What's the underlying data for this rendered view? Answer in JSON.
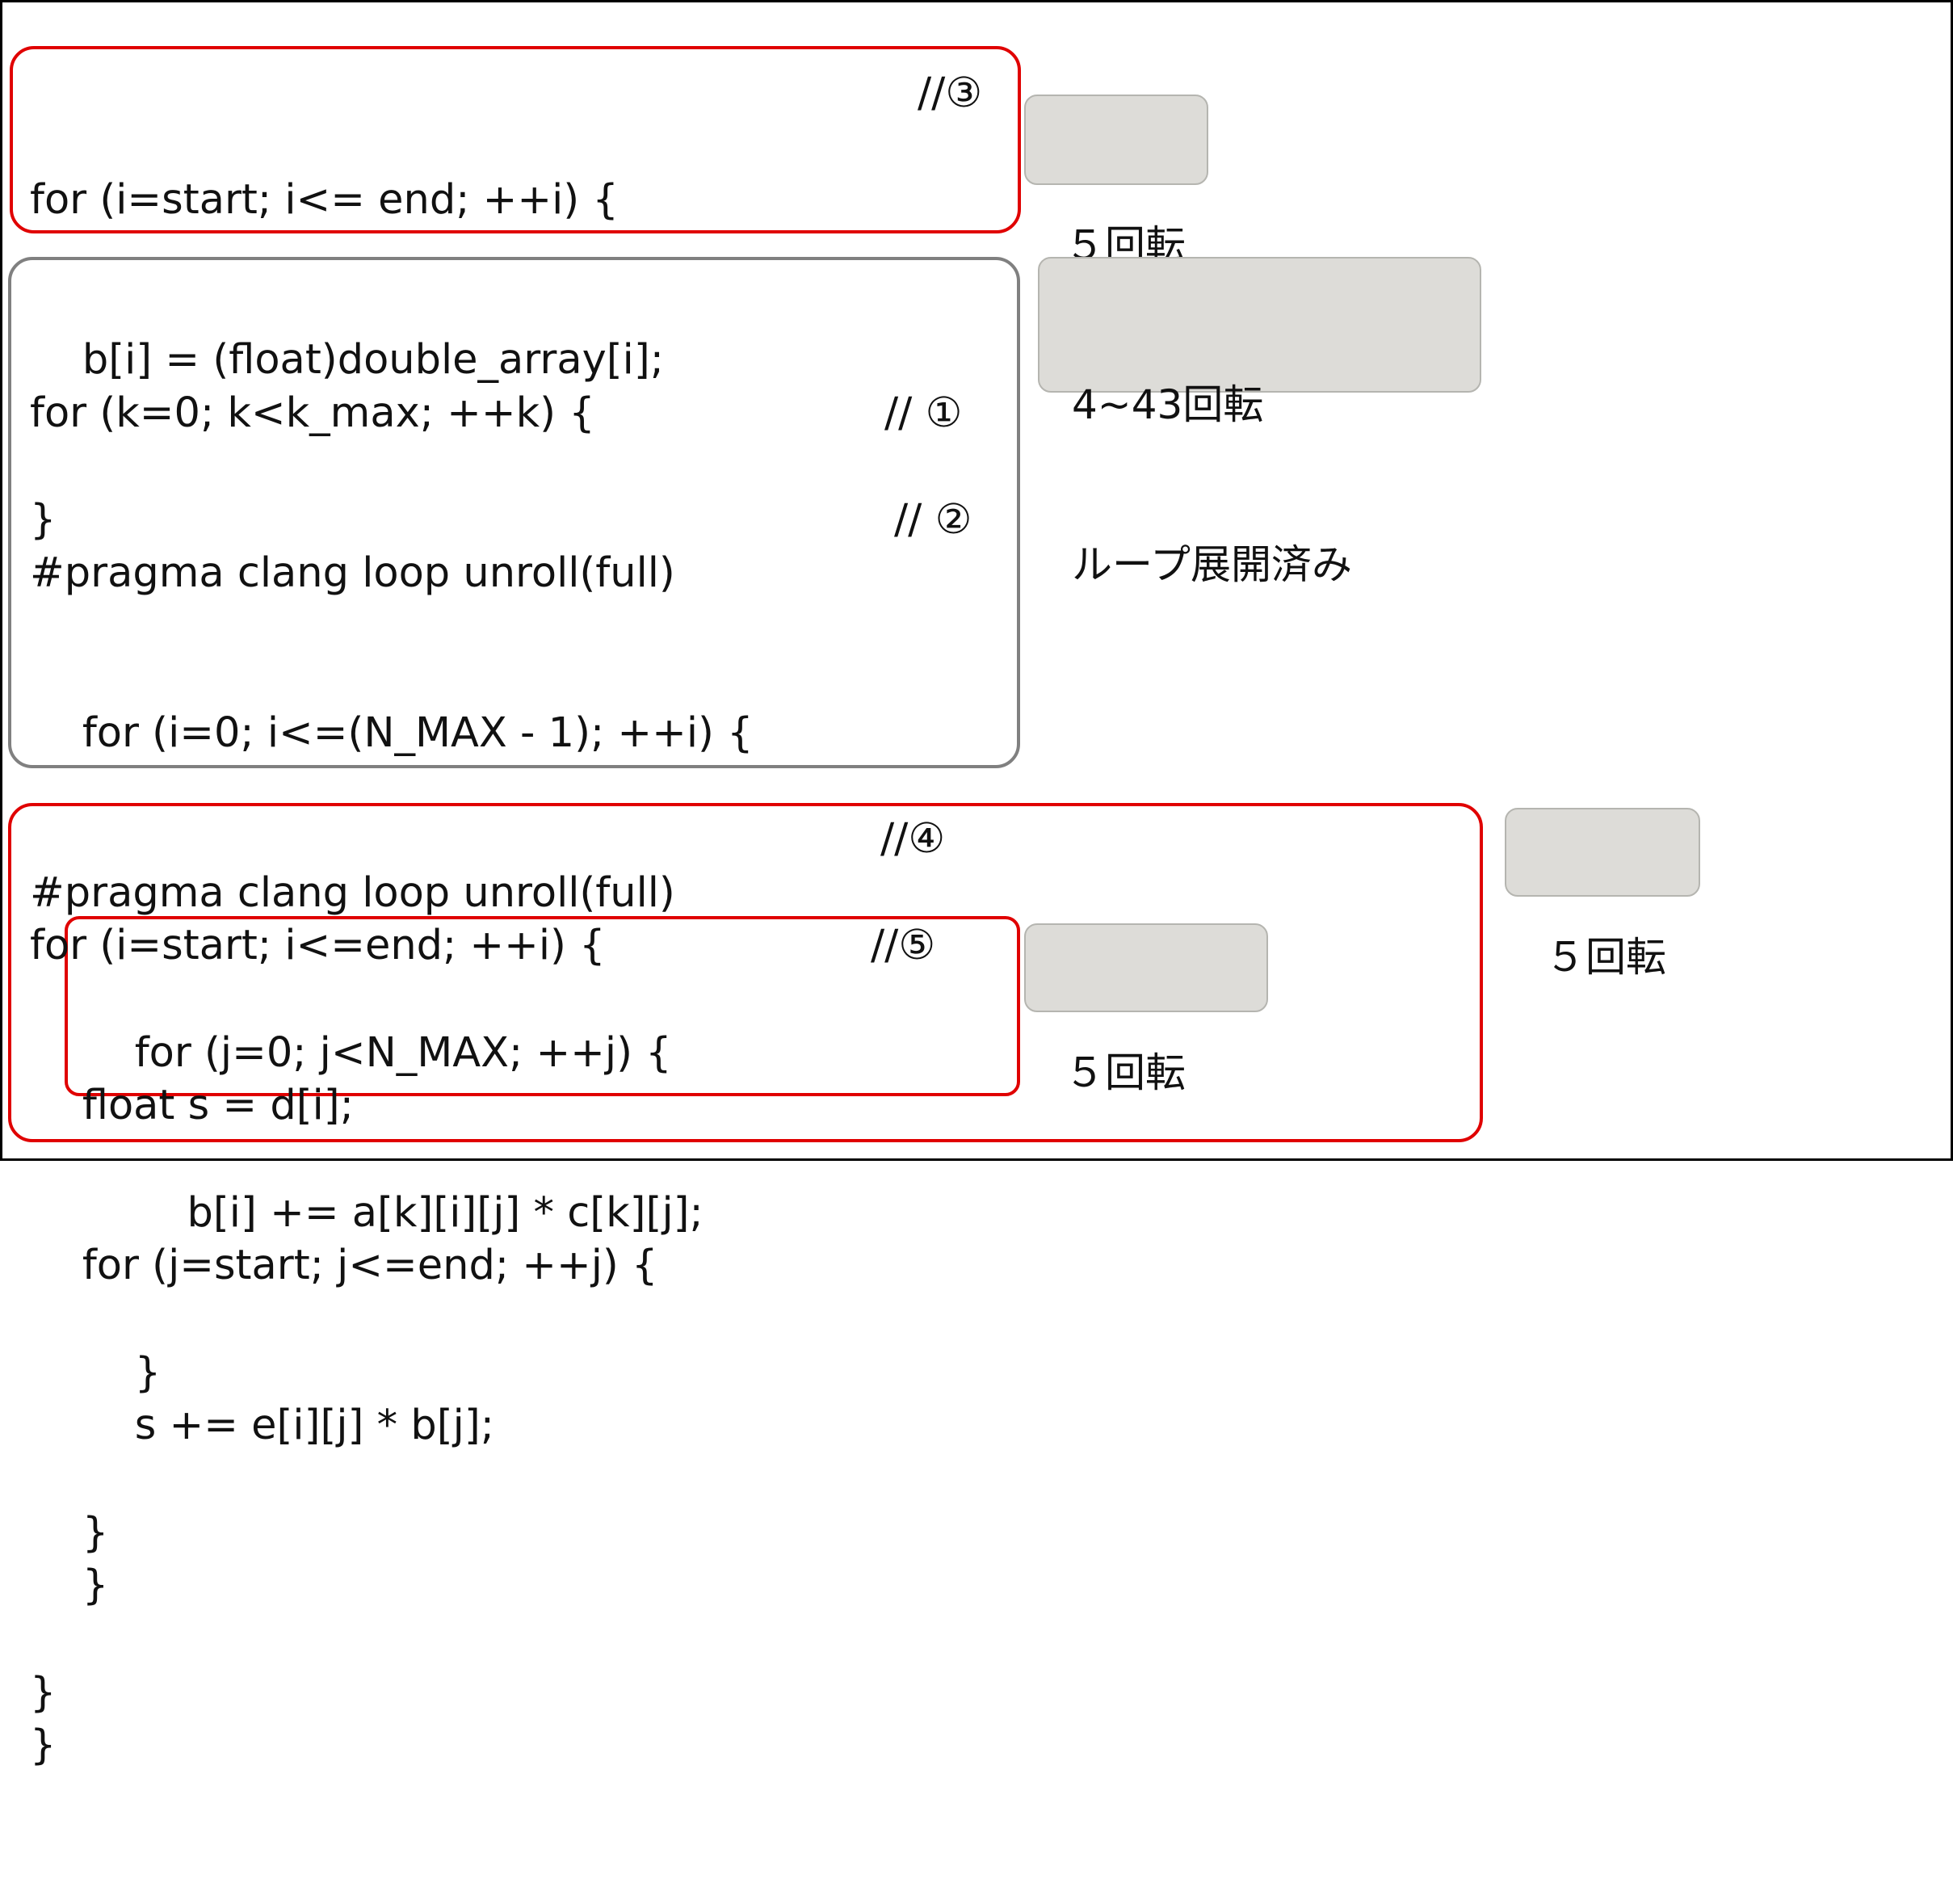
{
  "colors": {
    "highlight": "#e00000",
    "outline": "#808080",
    "note_bg": "#dddcd8"
  },
  "block1": {
    "lines": [
      "for (i=start; i<= end; ++i) {",
      "    b[i] = (float)double_array[i];",
      "}"
    ],
    "comment": "//③",
    "note": "５回転"
  },
  "block2": {
    "lines": [
      "for (k=0; k<k_max; ++k) {",
      "#pragma clang loop unroll(full)",
      "    for (i=0; i<=(N_MAX - 1); ++i) {",
      "#pragma clang loop unroll(full)",
      "        for (j=0; j<N_MAX; ++j) {",
      "            b[i] += a[k][i][j] * c[k][j];",
      "        }",
      "    }",
      "}"
    ],
    "comments": [
      "// ①",
      "// ②"
    ],
    "note": [
      "4~43回転",
      "ループ展開済み"
    ]
  },
  "block3": {
    "lines": [
      "for (i=start; i<=end; ++i) {",
      "    float s = d[i];",
      "    for (j=start; j<=end; ++j) {",
      "        s += e[i][j] * b[j];",
      "    }",
      "}"
    ],
    "comments": [
      "//④",
      "//⑤"
    ],
    "note_outer": "５回転",
    "note_inner": "５回転"
  }
}
